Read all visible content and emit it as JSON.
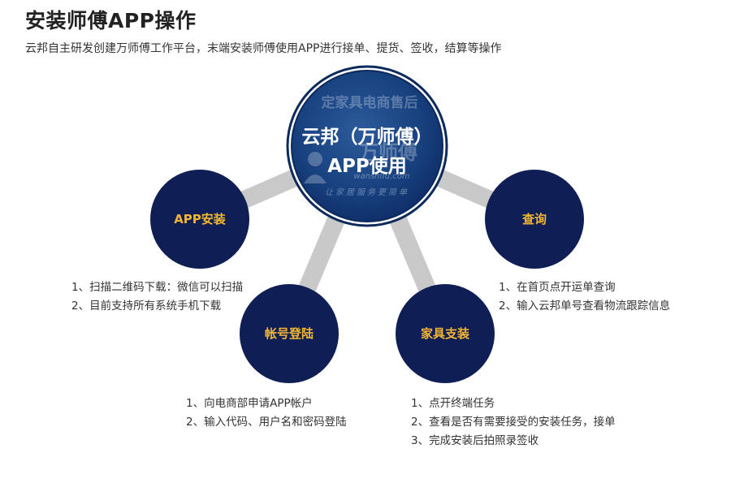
{
  "title": "安装师傅APP操作",
  "subtitle": "云邦自主研发创建万师傅工作平台，末端安装师傅使用APP进行接单、提货、签收，结算等操作",
  "center": {
    "line1": "云邦（万师傅）",
    "line2": "APP使用",
    "watermark": {
      "top": "定家具电商售后",
      "brand": "万师傅",
      "url": "wanshifu.com",
      "slogan": "让家居服务更简单"
    }
  },
  "nodes": {
    "install": {
      "label": "APP安装",
      "notes": [
        "1、扫描二维码下载：微信可以扫描",
        "2、目前支持所有系统手机下载"
      ]
    },
    "query": {
      "label": "查询",
      "notes": [
        "1、在首页点开运单查询",
        "2、输入云邦单号查看物流跟踪信息"
      ]
    },
    "account": {
      "label": "帐号登陆",
      "notes": [
        "1、向电商部申请APP帐户",
        "2、输入代码、用户名和密码登陆"
      ]
    },
    "furniture": {
      "label": "家具支装",
      "notes": [
        "1、点开终端任务",
        "2、查看是否有需要接受的安装任务，接单",
        "3、完成安装后拍照录签收"
      ]
    }
  },
  "colors": {
    "node_fill": "#0f1f55",
    "center_fill": "#17407e",
    "center_ring": "#0c2a5c",
    "connector": "#c9c9c9",
    "node_label": "#f2b632"
  }
}
